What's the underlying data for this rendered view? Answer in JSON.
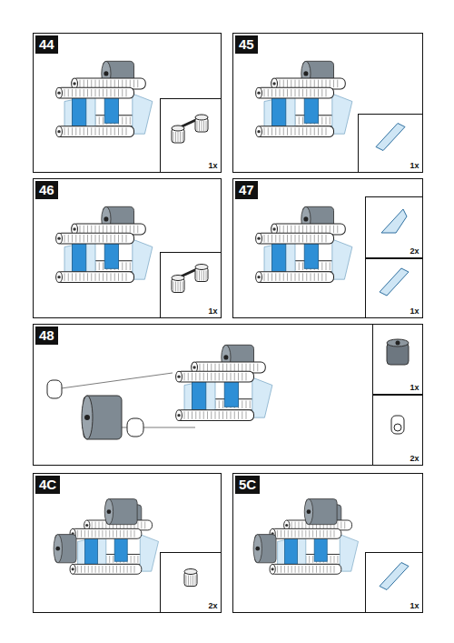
{
  "diagram": {
    "nodes": [
      {
        "text": [
          "44"
        ]
      },
      {
        "text": [
          "1x"
        ],
        "in": 0
      },
      {
        "text": [
          "45"
        ]
      },
      {
        "text": [
          "1x"
        ],
        "in": 2
      },
      {
        "text": [
          "46"
        ]
      },
      {
        "text": [
          "1x"
        ],
        "in": 4
      },
      {
        "text": [
          "47"
        ]
      },
      {
        "text": [
          "2x"
        ],
        "in": 6
      },
      {
        "text": [
          "1x"
        ],
        "in": 6
      },
      {
        "text": [
          "48"
        ]
      },
      {
        "text": [
          "1x"
        ],
        "in": 9
      },
      {
        "text": [
          "2x"
        ],
        "in": 9
      },
      {
        "text": [
          "4C"
        ]
      },
      {
        "text": [
          "2x"
        ],
        "in": 12
      },
      {
        "text": [
          "5C"
        ]
      },
      {
        "text": [
          "1x"
        ],
        "in": 14
      }
    ],
    "edges": []
  }
}
